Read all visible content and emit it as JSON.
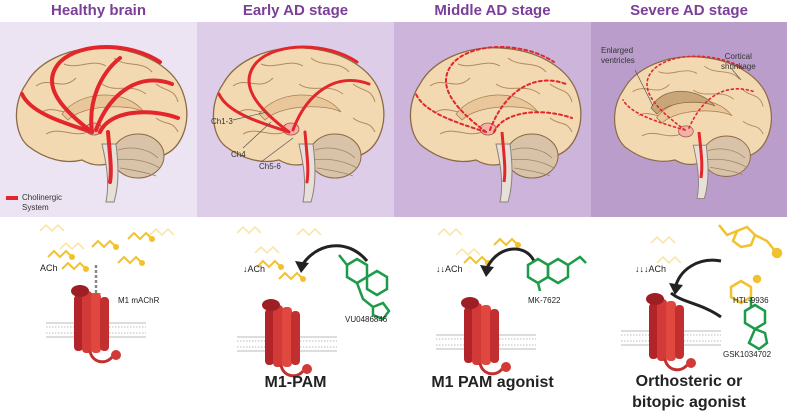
{
  "stages": [
    {
      "title": "Healthy brain",
      "ach": "ACh",
      "receptor": "M1 mAChR"
    },
    {
      "title": "Early AD stage",
      "ach": "↓ACh",
      "drug": "VU0486846",
      "bottom_label": "M1-PAM"
    },
    {
      "title": "Middle AD stage",
      "ach": "↓↓ACh",
      "drug": "MK-7622",
      "bottom_label": "M1 PAM agonist"
    },
    {
      "title": "Severe AD stage",
      "ach": "↓↓↓ACh",
      "drugs": [
        "HTL-9936",
        "GSK1034702"
      ],
      "bottom_label_lines": [
        "Orthosteric or",
        "bitopic agonist"
      ]
    }
  ],
  "legend": {
    "label_line1": "Cholinergic",
    "label_line2": "System",
    "color": "#e3262b"
  },
  "nuclei": [
    "Ch1-3",
    "Ch4",
    "Ch5-6"
  ],
  "severe_labels": {
    "ventricles_line1": "Enlarged",
    "ventricles_line2": "ventricles",
    "shrinkage_line1": "Cortical",
    "shrinkage_line2": "shrinkage"
  },
  "colors": {
    "title": "#7b3f98",
    "pathway": "#e3262b",
    "drug_green": "#1c9b48",
    "ach_yellow": "#f2c12e",
    "brain": "#f3d9b1",
    "receptor": "#c9262c"
  }
}
